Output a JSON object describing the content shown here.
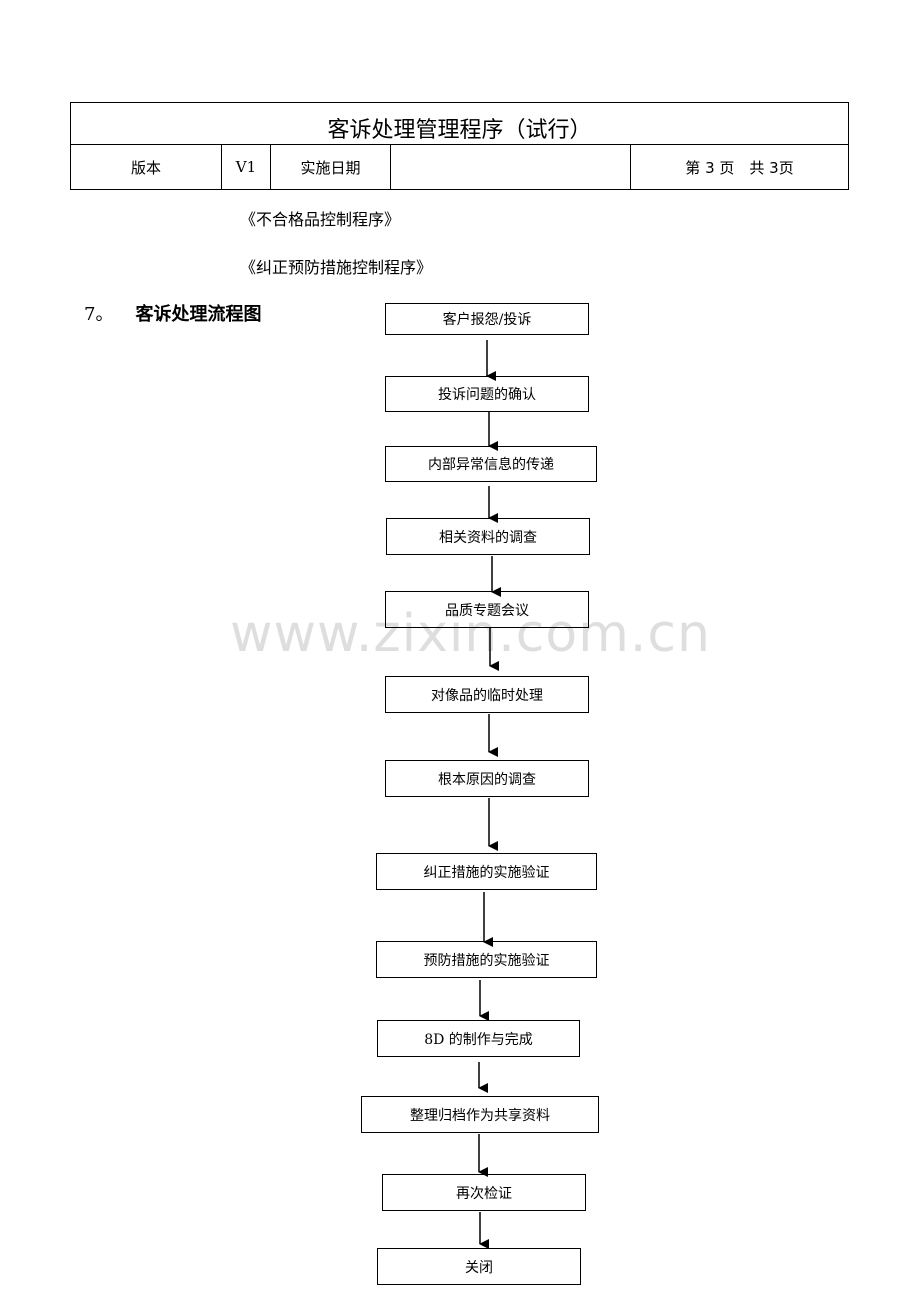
{
  "header": {
    "title": "客诉处理管理程序（试行）",
    "version_label": "版本",
    "version_value": "V1",
    "date_label": "实施日期",
    "date_value": "",
    "page_info": "第 3 页　共 3页"
  },
  "references": [
    "《不合格品控制程序》",
    "《纠正预防措施控制程序》"
  ],
  "section": {
    "number": "7。",
    "title": "客诉处理流程图"
  },
  "flowchart": {
    "steps": [
      "客户报怨/投诉",
      "投诉问题的确认",
      "内部异常信息的传递",
      "相关资料的调查",
      "品质专题会议",
      "对像品的临时处理",
      "根本原因的调查",
      "纠正措施的实施验证",
      "预防措施的实施验证",
      "8D 的制作与完成",
      "整理归档作为共享资料",
      "再次检证",
      "关闭"
    ]
  },
  "watermark": "www.zixin.com.cn"
}
